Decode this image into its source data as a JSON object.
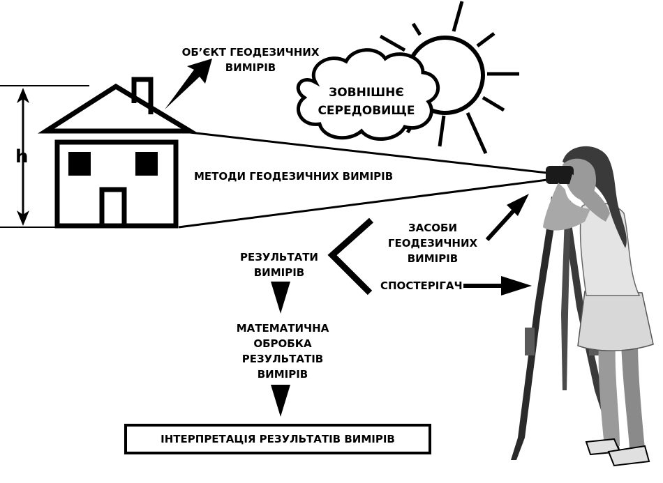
{
  "labels": {
    "object_line1": "ОБ’ЄКТ ГЕОДЕЗИЧНИХ",
    "object_line2": "ВИМІРІВ",
    "environment_line1": "ЗОВНІШНЄ",
    "environment_line2": "СЕРЕДОВИЩЕ",
    "methods": "МЕТОДИ ГЕОДЕЗИЧНИХ ВИМІРІВ",
    "height_symbol": "h",
    "results_line1": "РЕЗУЛЬТАТИ",
    "results_line2": "ВИМІРІВ",
    "tools_line1": "ЗАСОБИ",
    "tools_line2": "ГЕОДЕЗИЧНИХ",
    "tools_line3": "ВИМІРІВ",
    "observer": "СПОСТЕРІГАЧ",
    "math_line1": "МАТЕМАТИЧНА",
    "math_line2": "ОБРОБКА",
    "math_line3": "РЕЗУЛЬТАТІВ",
    "math_line4": "ВИМІРІВ",
    "interpretation": "ІНТЕРПРЕТАЦІЯ РЕЗУЛЬТАТІВ ВИМІРІВ"
  },
  "colors": {
    "ink": "#000000",
    "background": "#ffffff",
    "skin": "#9a9a9a",
    "clothing": "#d8d8d8",
    "hair": "#3a3a3a"
  }
}
